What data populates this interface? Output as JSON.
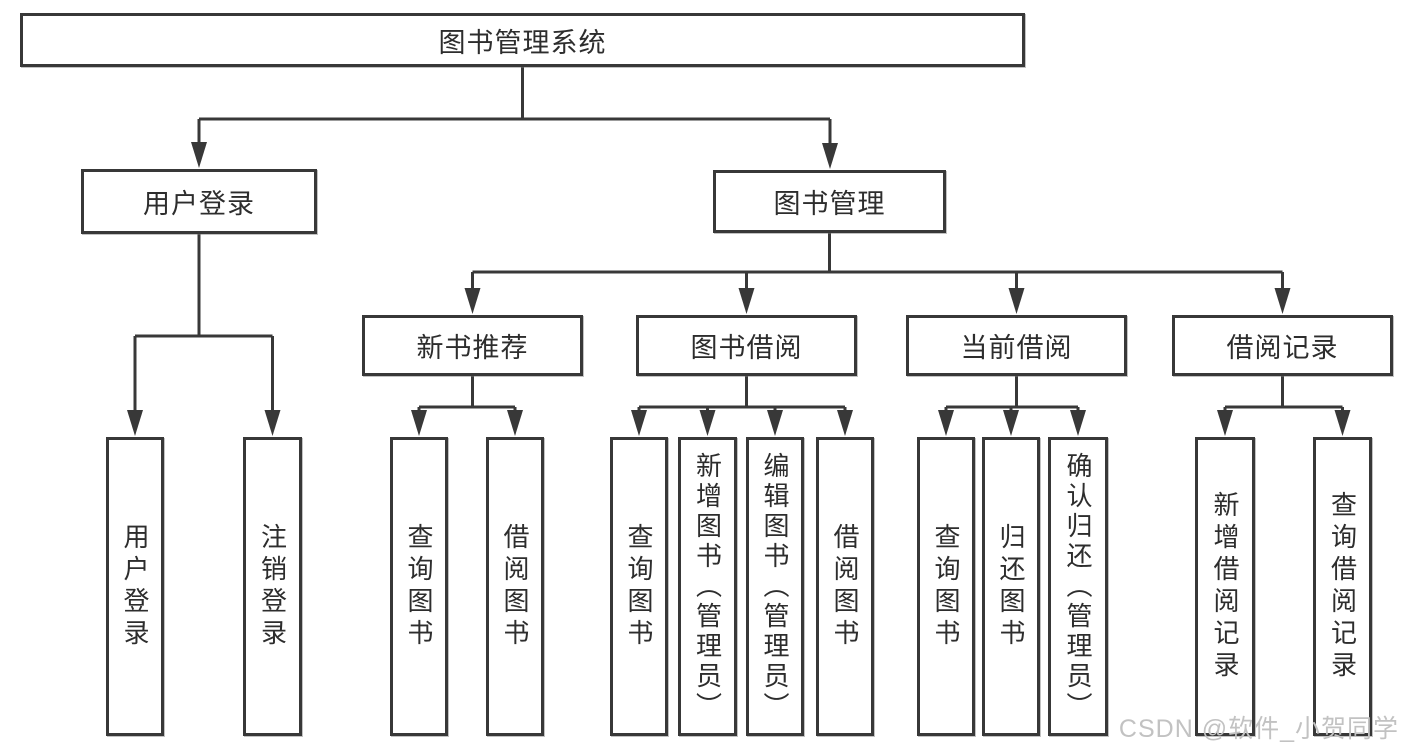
{
  "diagram": {
    "root": {
      "label": "图书管理系统"
    },
    "level2": [
      {
        "label": "用户登录"
      },
      {
        "label": "图书管理"
      }
    ],
    "level3": [
      {
        "label": "新书推荐"
      },
      {
        "label": "图书借阅"
      },
      {
        "label": "当前借阅"
      },
      {
        "label": "借阅记录"
      }
    ],
    "user_login_children": [
      {
        "label": "用户登录"
      },
      {
        "label": "注销登录"
      }
    ],
    "new_books_children": [
      {
        "label": "查询图书"
      },
      {
        "label": "借阅图书"
      }
    ],
    "book_borrow_children": [
      {
        "label": "查询图书"
      },
      {
        "label": "新增图书（管理员）"
      },
      {
        "label": "编辑图书（管理员）"
      },
      {
        "label": "借阅图书"
      }
    ],
    "current_borrow_children": [
      {
        "label": "查询图书"
      },
      {
        "label": "归还图书"
      },
      {
        "label": "确认归还（管理员）"
      }
    ],
    "borrow_record_children": [
      {
        "label": "新增借阅记录"
      },
      {
        "label": "查询借阅记录"
      }
    ]
  },
  "watermark": {
    "text": "CSDN @软件_小贺同学"
  },
  "colors": {
    "line": "#383838",
    "box_border": "#383838",
    "text": "#2d2d2d",
    "watermark": "#c2c2c2",
    "background": "#ffffff"
  },
  "icons": {
    "arrowhead": "down-triangle"
  }
}
